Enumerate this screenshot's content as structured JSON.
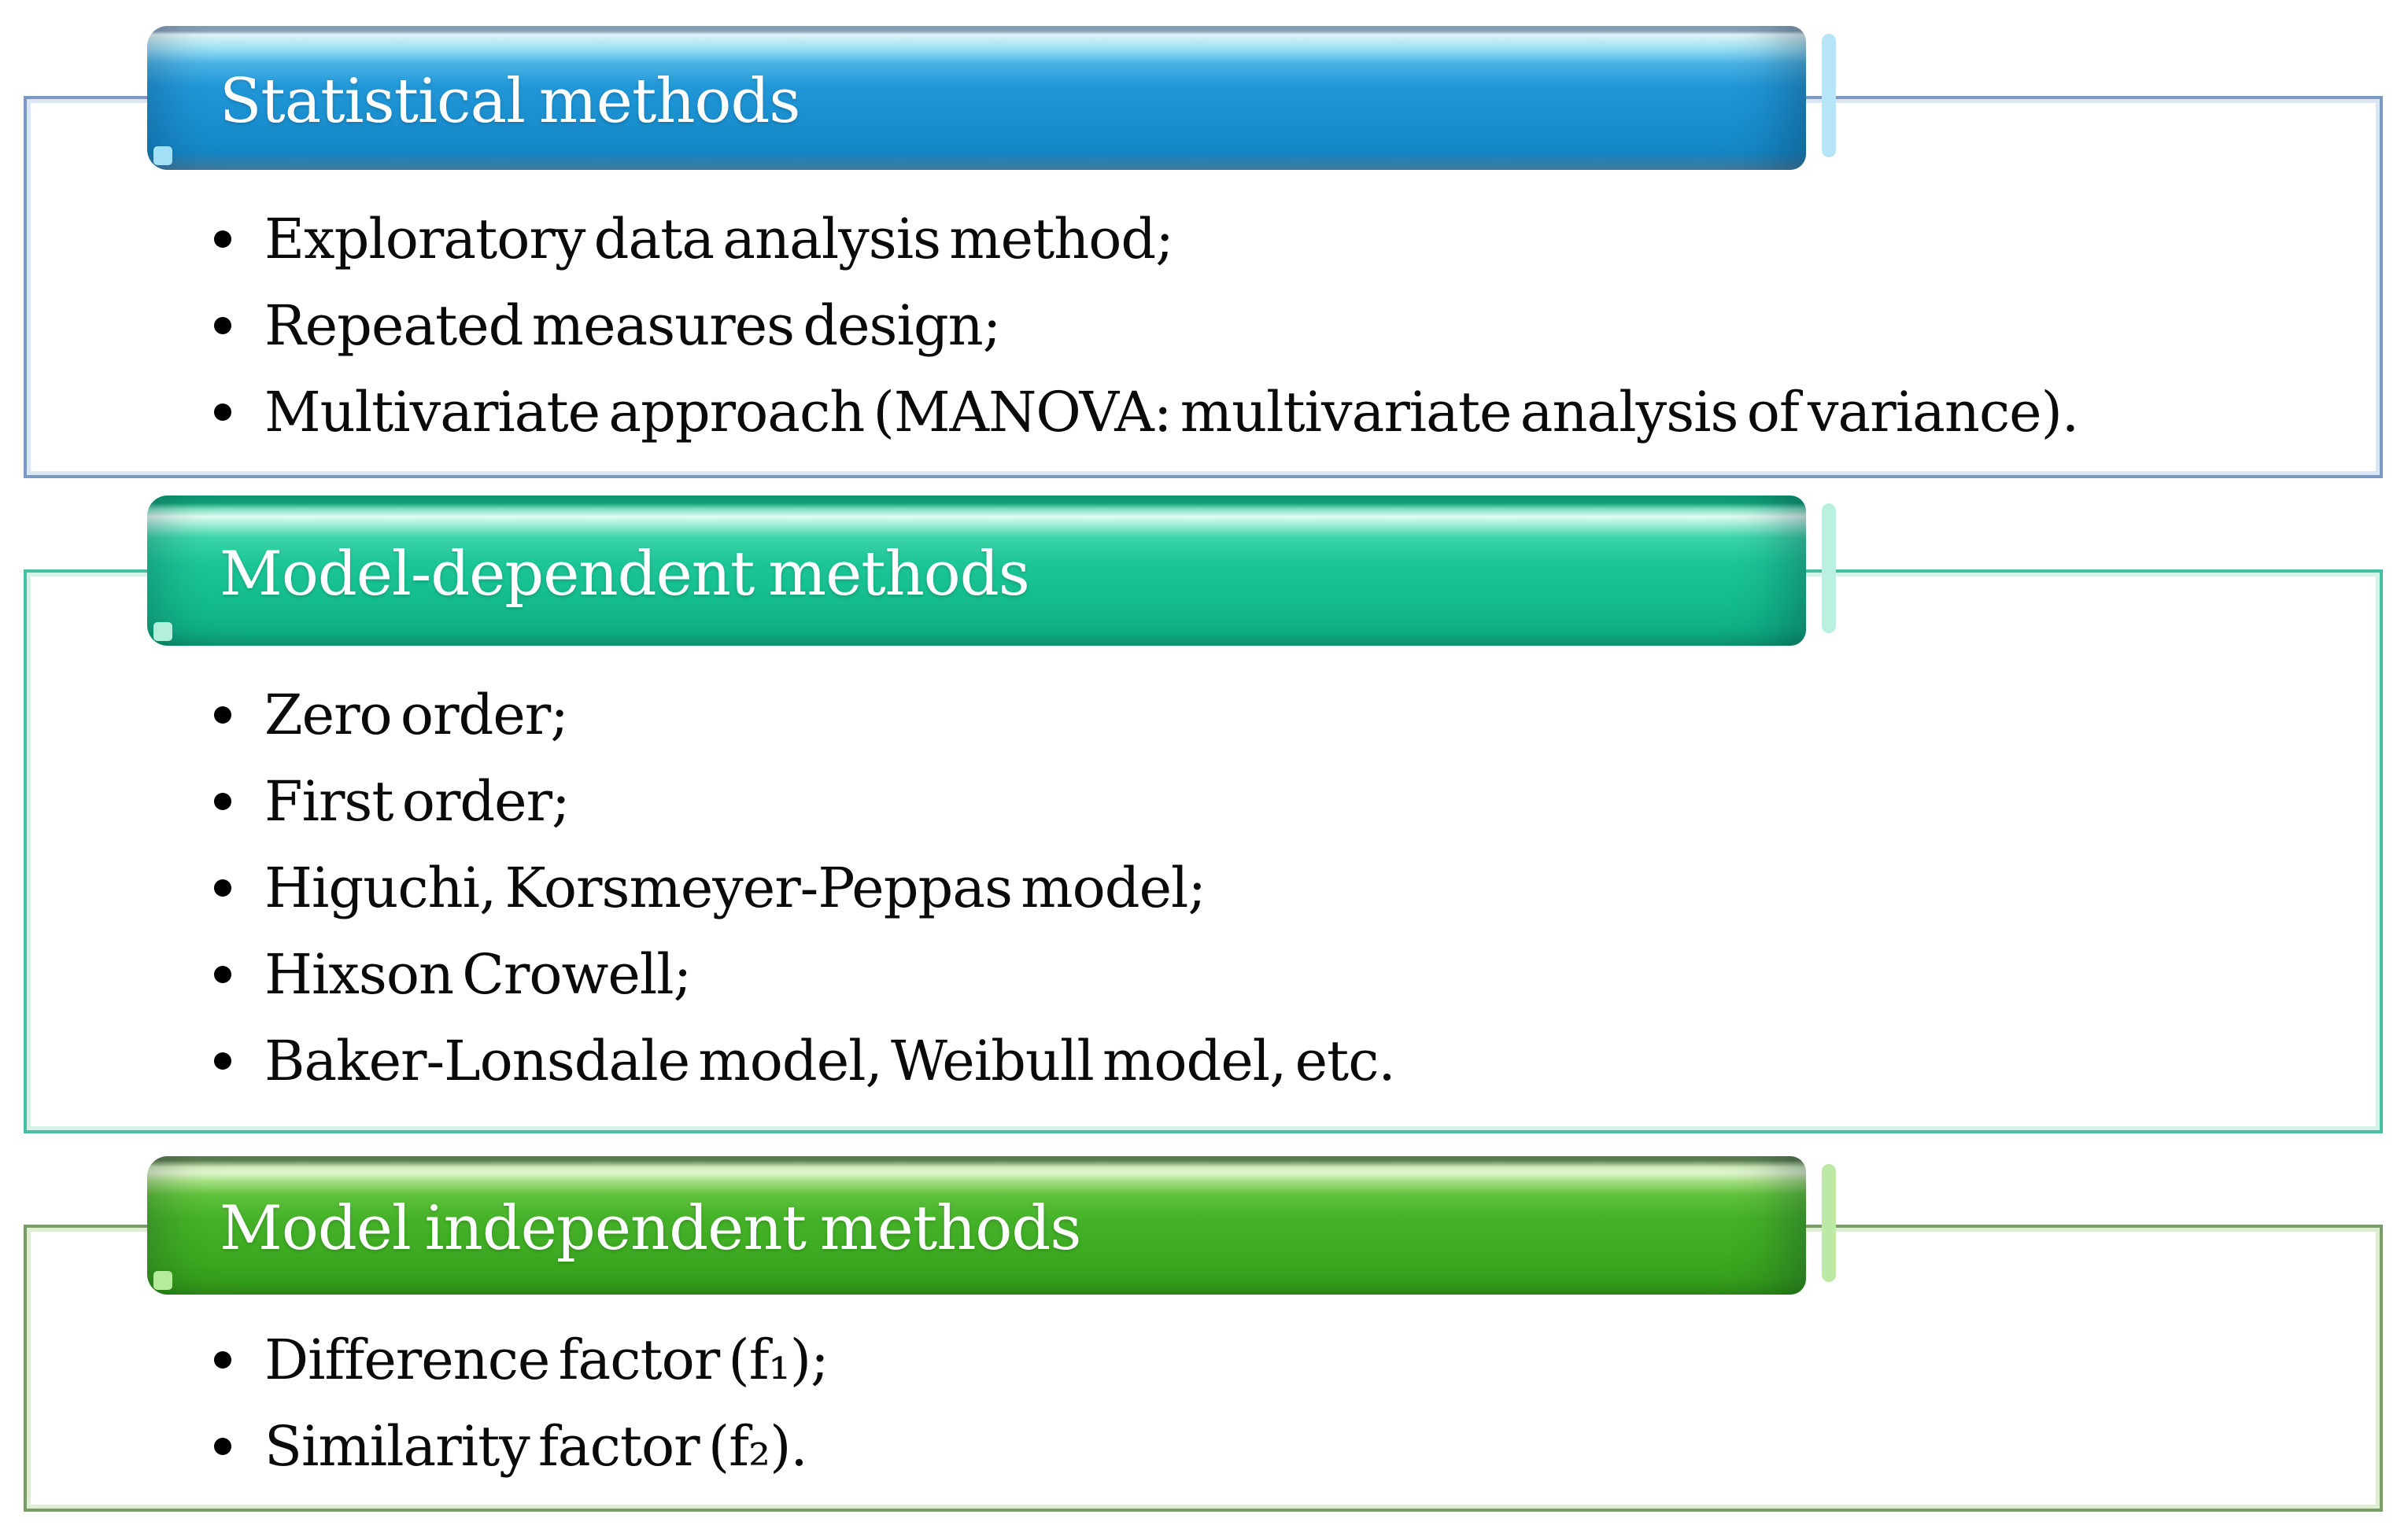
{
  "diagram": {
    "background": "#FFFFFF",
    "bullet_text_color": "#000000",
    "sections": [
      {
        "title": "Statistical methods",
        "header_colors": {
          "main": "#1B90D0",
          "highlight": "#C6F0FA",
          "top_edge": "#8BA7BB",
          "cap_strip": "#B5E5F7"
        },
        "box_border": {
          "outer": "#7B99C2",
          "inner": "#D9E6F3"
        },
        "title_color": "#FFFFFF",
        "bullets": [
          "Exploratory data analysis method;",
          "Repeated measures design;",
          "Multivariate approach (MANOVA: multivariate analysis of variance)."
        ]
      },
      {
        "title": "Model-dependent methods",
        "header_colors": {
          "main": "#1CC697",
          "highlight": "#E2FCF3",
          "top_edge": "#0FA077",
          "cap_strip": "#B9F0DF"
        },
        "box_border": {
          "outer": "#45C0A2",
          "inner": "#D3F2E8"
        },
        "title_color": "#FFFFFF",
        "bullets": [
          "Zero order;",
          "First order;",
          "Higuchi, Korsmeyer-Peppas model;",
          "Hixson Crowell;",
          "Baker-Lonsdale model, Weibull model, etc."
        ]
      },
      {
        "title": "Model independent methods",
        "header_colors": {
          "main": "#45B229",
          "highlight": "#E4F8D2",
          "top_edge": "#5F8353",
          "cap_strip": "#BDE9A4"
        },
        "box_border": {
          "outer": "#7A9C69",
          "inner": "#DDEED3"
        },
        "title_color": "#FFFFFF",
        "bullets": [
          "Difference factor (f₁);",
          "Similarity factor (f₂)."
        ]
      }
    ]
  }
}
